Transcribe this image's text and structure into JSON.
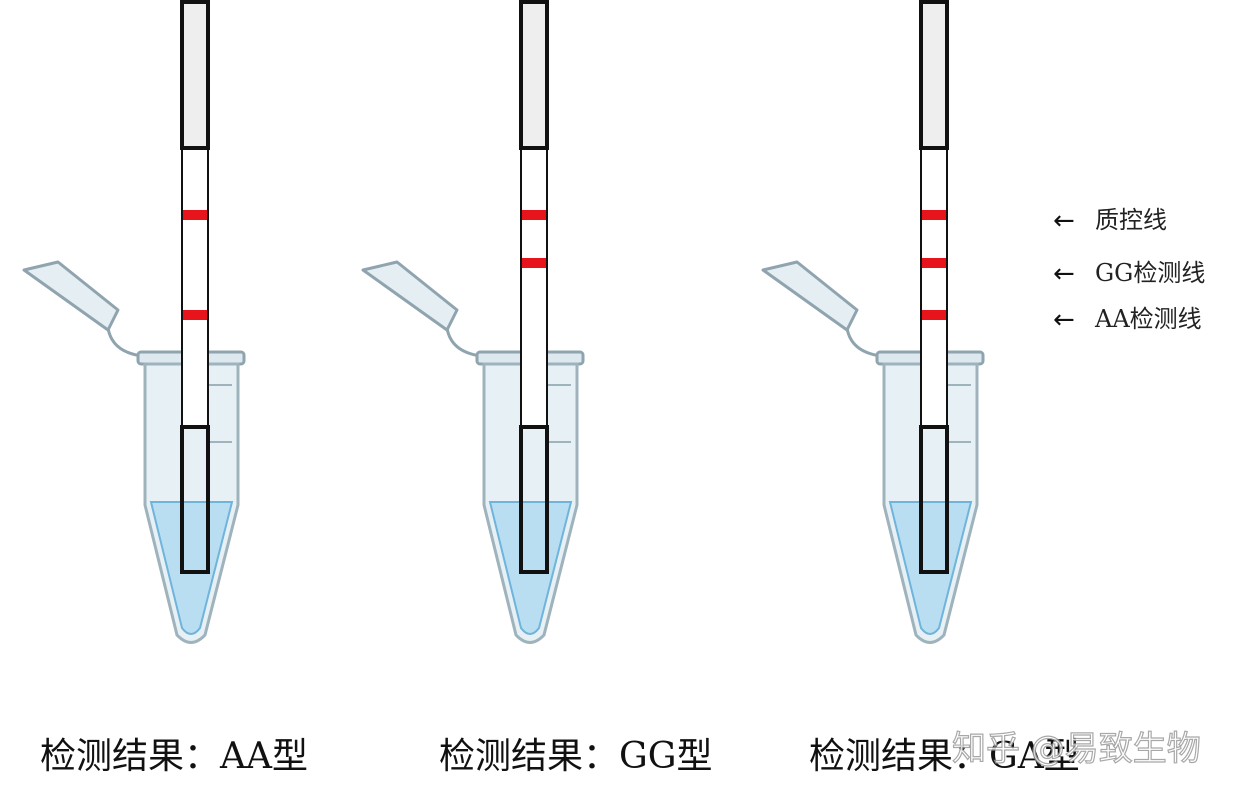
{
  "tests": [
    {
      "id": "aa",
      "result_label": "检测结果：AA型",
      "lines": [
        "control",
        "aa"
      ]
    },
    {
      "id": "gg",
      "result_label": "检测结果：GG型",
      "lines": [
        "control",
        "gg"
      ]
    },
    {
      "id": "ga",
      "result_label": "检测结果：GA型",
      "lines": [
        "control",
        "gg",
        "aa"
      ]
    }
  ],
  "legend": [
    {
      "key": "control",
      "arrow": "←",
      "label": "质控线"
    },
    {
      "key": "gg",
      "arrow": "←",
      "label": "GG检测线"
    },
    {
      "key": "aa",
      "arrow": "←",
      "label": "AA检测线"
    }
  ],
  "watermark": "知乎 @易致生物",
  "colors": {
    "test_line": "#e8141b",
    "liquid": "#b9def2",
    "tube_body": "#e2eef4",
    "tube_outline": "#9fb3bd",
    "strip_pad": "#eeeeee",
    "strip_outline": "#111111"
  }
}
